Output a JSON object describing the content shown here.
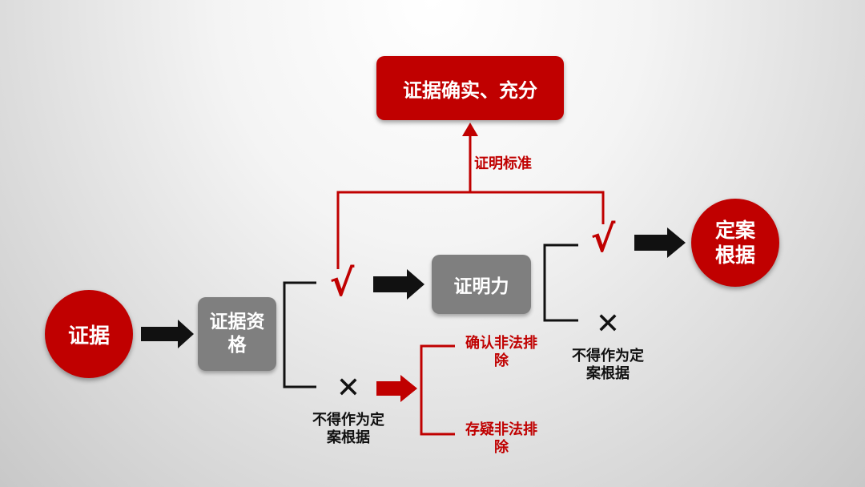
{
  "nodes": {
    "evidence": "证据",
    "qualification": "证据资格",
    "probative_force": "证明力",
    "standard_box": "证据确实、充分",
    "basis": "定案根据"
  },
  "labels": {
    "standard": "证明标准",
    "confirm_exclusion": "确认非法排除",
    "doubt_exclusion": "存疑非法排除",
    "reject_1": "不得作为定案根据",
    "reject_2": "不得作为定案根据"
  },
  "marks": {
    "check": "√",
    "cross": "✕"
  },
  "colors": {
    "accent": "#c00000",
    "gray": "#7f7f7f"
  }
}
